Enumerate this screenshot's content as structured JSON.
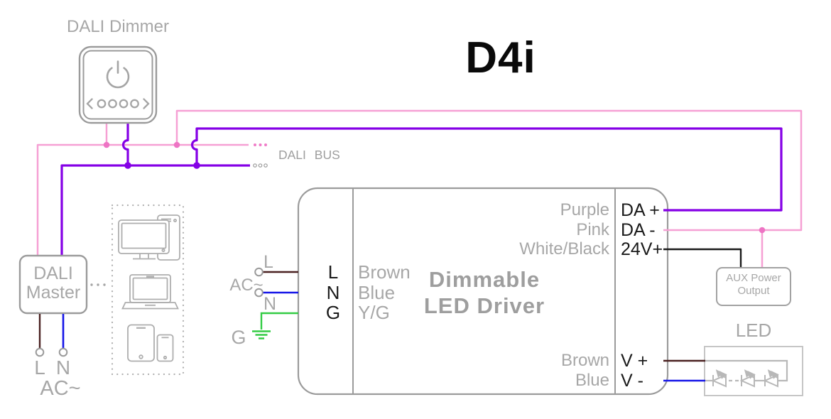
{
  "title": "D4i",
  "dimmer": {
    "label": "DALI Dimmer"
  },
  "bus": {
    "label": "DALI BUS"
  },
  "master": {
    "name_line1": "DALI",
    "name_line2": "Master",
    "l": "L",
    "n": "N",
    "ac": "AC~"
  },
  "mains": {
    "l": "L",
    "ac": "AC~",
    "n": "N",
    "g": "G"
  },
  "driver": {
    "center_line1": "Dimmable",
    "center_line2": "LED Driver",
    "in_terminals": [
      "L",
      "N",
      "G"
    ],
    "in_wires": [
      "Brown",
      "Blue",
      "Y/G"
    ],
    "out_top": [
      {
        "wire": "Purple",
        "terminal": "DA +"
      },
      {
        "wire": "Pink",
        "terminal": "DA -"
      },
      {
        "wire": "White/Black",
        "terminal": "24V+"
      }
    ],
    "out_bottom": [
      {
        "wire": "Brown",
        "terminal": "V +"
      },
      {
        "wire": "Blue",
        "terminal": "V -"
      }
    ]
  },
  "aux": {
    "line1": "AUX Power",
    "line2": "Output"
  },
  "led": {
    "label": "LED"
  },
  "colors": {
    "pink_wire": "#f6a0d4",
    "pink_dot": "#ee74c4",
    "purple_wire": "#8500e6",
    "brown_wire": "#4a2121",
    "blue_wire": "#1515e8",
    "green_wire": "#33cc44",
    "black_wire": "#1a1a1a",
    "gray_text": "#a7a7a7",
    "box_border": "#9b9b9b"
  }
}
